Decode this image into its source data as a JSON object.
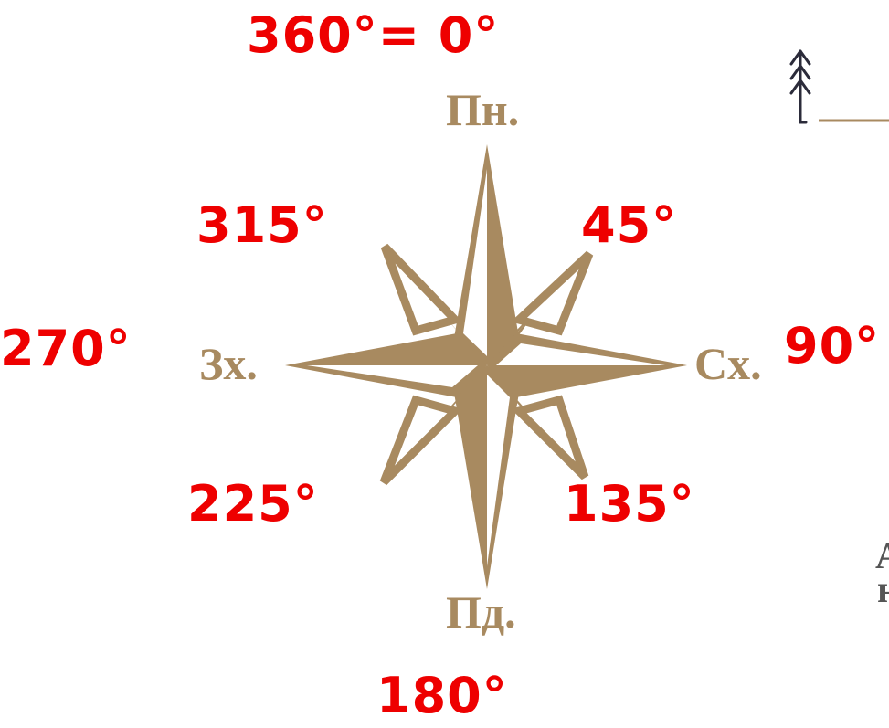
{
  "colors": {
    "degree_text": "#ee0000",
    "direction_text": "#a88a60",
    "star_fill": "#a88a60",
    "star_light": "#ffffff",
    "icon_stroke": "#2b2b3a"
  },
  "degrees": {
    "north": "360°= 0°",
    "northeast": "45°",
    "east": "90°",
    "southeast": "135°",
    "south": "180°",
    "southwest": "225°",
    "west": "270°",
    "northwest": "315°"
  },
  "directions": {
    "north": "Пн.",
    "east": "Сх.",
    "south": "Пд.",
    "west": "Зх."
  },
  "right_edge_fragments": [
    "А",
    "н"
  ],
  "icons": {
    "compass_rose": "compass-rose-icon",
    "tree": "tree-icon"
  }
}
